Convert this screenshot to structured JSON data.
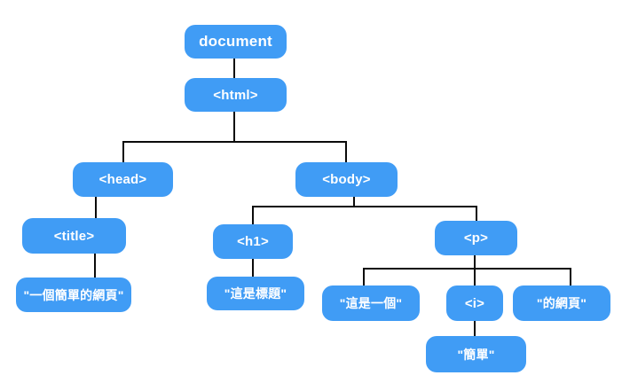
{
  "diagram": {
    "type": "tree",
    "description_visible": "",
    "colors": {
      "node_fill": "#409CF5",
      "node_text": "#FFFFFF",
      "connector": "#0B0B0B",
      "background": "#FFFFFF"
    },
    "nodes": {
      "document": "document",
      "html": "<html>",
      "head": "<head>",
      "body": "<body>",
      "title": "<title>",
      "h1": "<h1>",
      "p": "<p>",
      "i": "<i>",
      "title_text": "\"一個簡單的網頁\"",
      "h1_text": "\"這是標題\"",
      "p_text1": "\"這是一個\"",
      "p_text2": "\"的網頁\"",
      "i_text": "\"簡單\""
    },
    "edges": [
      {
        "from": "document",
        "to": "html"
      },
      {
        "from": "html",
        "to": "head"
      },
      {
        "from": "html",
        "to": "body"
      },
      {
        "from": "head",
        "to": "title"
      },
      {
        "from": "title",
        "to": "title_text"
      },
      {
        "from": "body",
        "to": "h1"
      },
      {
        "from": "body",
        "to": "p"
      },
      {
        "from": "h1",
        "to": "h1_text"
      },
      {
        "from": "p",
        "to": "p_text1"
      },
      {
        "from": "p",
        "to": "i"
      },
      {
        "from": "p",
        "to": "p_text2"
      },
      {
        "from": "i",
        "to": "i_text"
      }
    ]
  }
}
